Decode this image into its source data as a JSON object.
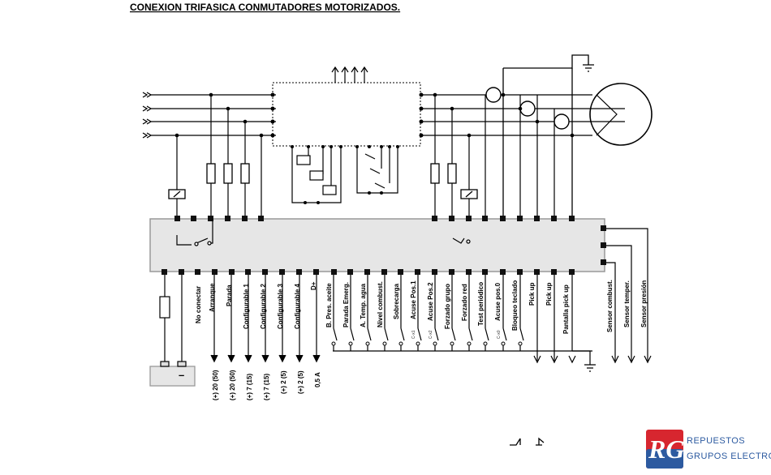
{
  "title": "CONEXION TRIFASICA CONMUTADORES MOTORIZADOS.",
  "top_labels": [
    "No conectar",
    "Arranque",
    "Parada",
    "Configurable 1",
    "Configurable 2",
    "Configurable 3",
    "Configurable 4",
    "D+"
  ],
  "output_ratings": [
    "(+) 20 (50)",
    "(+) 20 (50)",
    "(+) 7 (15)",
    "(+) 7 (15)",
    "(+) 2 (5)",
    "(+) 2 (5)",
    "0,5 A"
  ],
  "input_labels": [
    "B. Pres. aceite",
    "Parada Emerg.",
    "A. Temp. agua",
    "Nivel combust.",
    "Sobrecarga",
    "Acuse Pos.1",
    "Acuse Pos.2",
    "Forzado grupo",
    "Forzado red",
    "Test periódico",
    "Acuse pos.0",
    "Bloqueo teclado",
    "Pick up",
    "Pick up",
    "Pantalla pick up"
  ],
  "contact_tags": [
    "C-x1",
    "C-x2",
    "C-x0"
  ],
  "sensor_labels": [
    "Sensor combust.",
    "Sensor temper.",
    "Sensor presión"
  ],
  "battery_minus": "–",
  "logo": {
    "mark": "RGE",
    "line1": "REPUESTOS",
    "line2": "GRUPOS ELECTROGENOS",
    "color": "#2c5aa0",
    "accent": "#d7262f"
  }
}
